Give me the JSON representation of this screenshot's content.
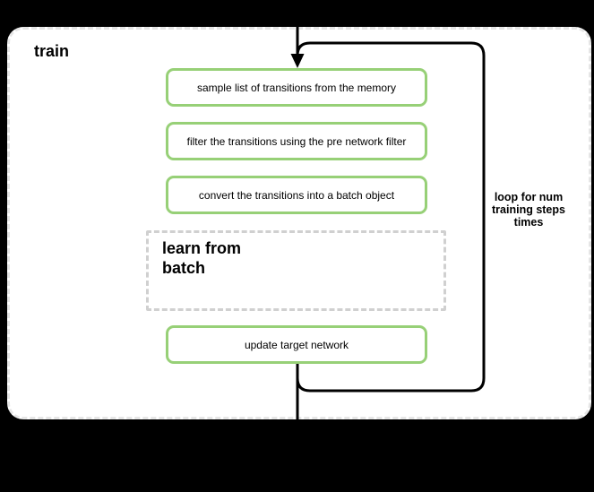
{
  "canvas": {
    "background": "#000000"
  },
  "container": {
    "title": "train",
    "fill": "#ffffff",
    "border_color": "#e6e6e6",
    "border_style": "dashed"
  },
  "steps": [
    {
      "label": "sample list of transitions from the memory"
    },
    {
      "label": "filter the transitions using the pre network filter"
    },
    {
      "label": "convert the transitions into a batch object"
    }
  ],
  "subprocess": {
    "label": "learn from\nbatch",
    "border_color": "#d0d0d0",
    "border_style": "dashed"
  },
  "final_step": {
    "label": "update target network"
  },
  "loop": {
    "label": "loop for num\ntraining steps\ntimes",
    "border_color": "#000000"
  },
  "step_style": {
    "border_color": "#97d077",
    "fill": "#ffffff",
    "text_color": "#000000"
  }
}
